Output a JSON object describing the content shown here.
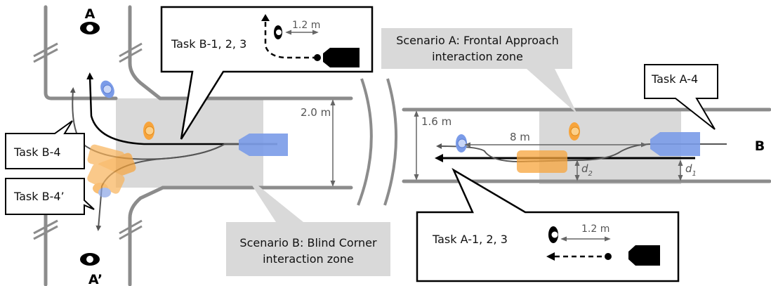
{
  "labels": {
    "node_a": "A",
    "node_a_prime": "A’",
    "node_b": "B"
  },
  "callouts": {
    "task_b123": "Task B-1, 2, 3",
    "task_b4": "Task B-4",
    "task_b4_prime": "Task B-4’",
    "task_a4": "Task A-4",
    "task_a123": "Task A-1, 2, 3"
  },
  "zones": {
    "scenario_a_line1": "Scenario A: Frontal Approach",
    "scenario_a_line2": "interaction zone",
    "scenario_b_line1": "Scenario B: Blind Corner",
    "scenario_b_line2": "interaction zone"
  },
  "measurements": {
    "b_inset_distance": "1.2 m",
    "a_inset_distance": "1.2 m",
    "corridor_width_b": "2.0 m",
    "corridor_width_a": "1.6 m",
    "approach_distance": "8 m",
    "d2_symbol": "d",
    "d2_subscript": "2",
    "d1_symbol": "d",
    "d1_subscript": "1"
  },
  "colors": {
    "wall": "#8c8c8c",
    "zone": "#d9d9d9",
    "robot": "#7a9be8",
    "human_orange": "#f7a43b",
    "human_blue": "#6e8fe0",
    "ghost_orange": "#f9b35a",
    "black": "#000000"
  },
  "icons": [
    "human-top-view-icon",
    "robot-icon",
    "walking-person-icon"
  ]
}
